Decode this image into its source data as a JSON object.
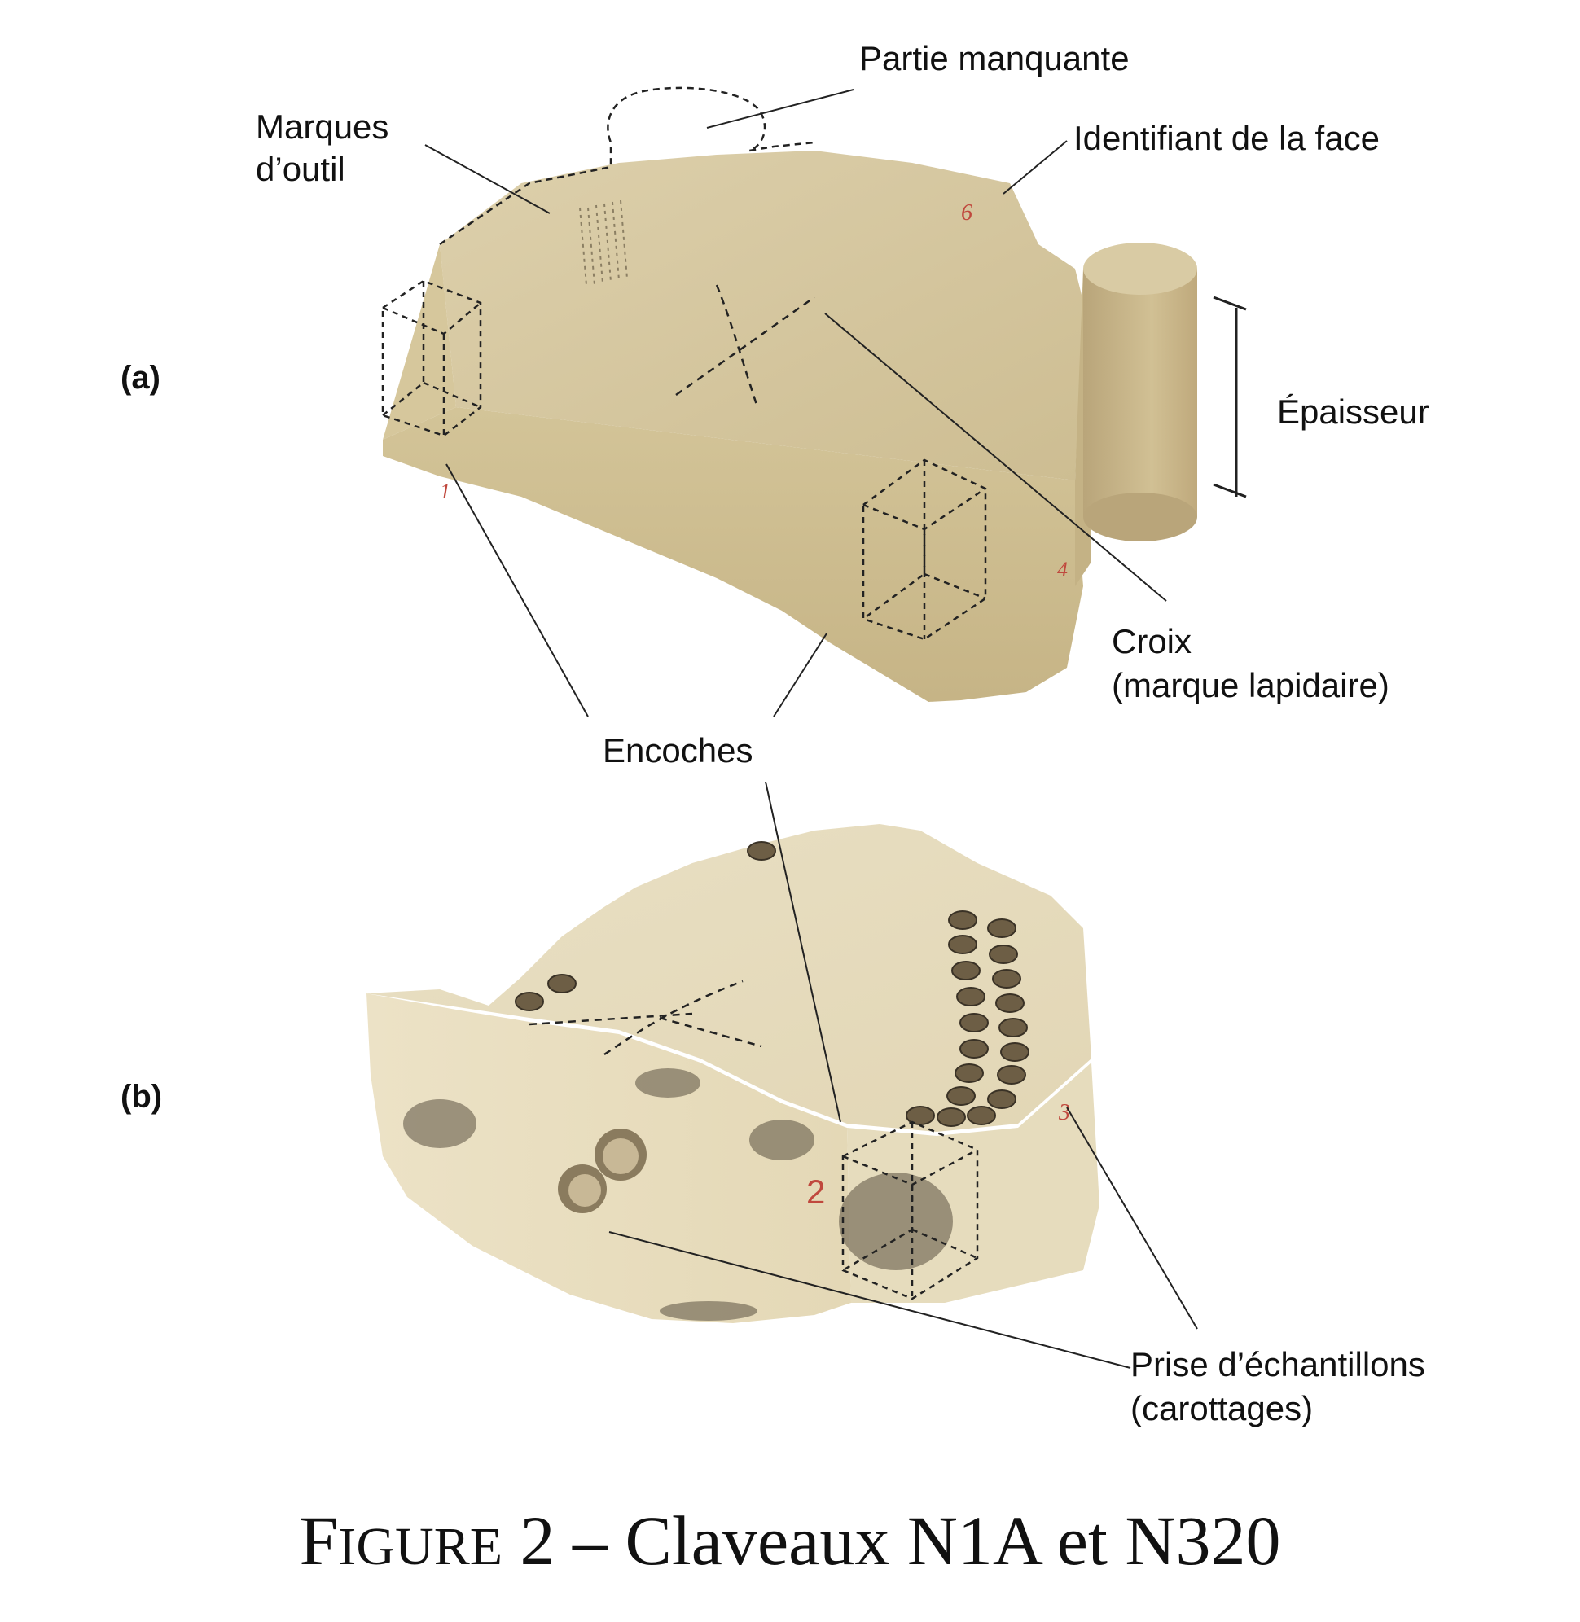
{
  "panels": {
    "a": "(a)",
    "b": "(b)"
  },
  "labels": {
    "partie_manquante": "Partie manquante",
    "marques_line1": "Marques",
    "marques_line2": "d’outil",
    "identifiant": "Identifiant de la face",
    "epaisseur": "Épaisseur",
    "croix_line1": "Croix",
    "croix_line2": "(marque lapidaire)",
    "encoches": "Encoches",
    "prise_line1": "Prise d’échantillons",
    "prise_line2": "(carottages)"
  },
  "face_marks": {
    "a_top": "6",
    "a_left": "1",
    "a_right": "4",
    "b_front": "2",
    "b_right": "3"
  },
  "caption": {
    "first_letter": "F",
    "small_caps": "IGURE",
    "rest": " 2 – Claveaux N1A et N320"
  },
  "colors": {
    "stone_a": "#d8c9a2",
    "stone_b": "#e6dcbe",
    "soot": "#5a5040",
    "red_mark": "#c0483d"
  }
}
